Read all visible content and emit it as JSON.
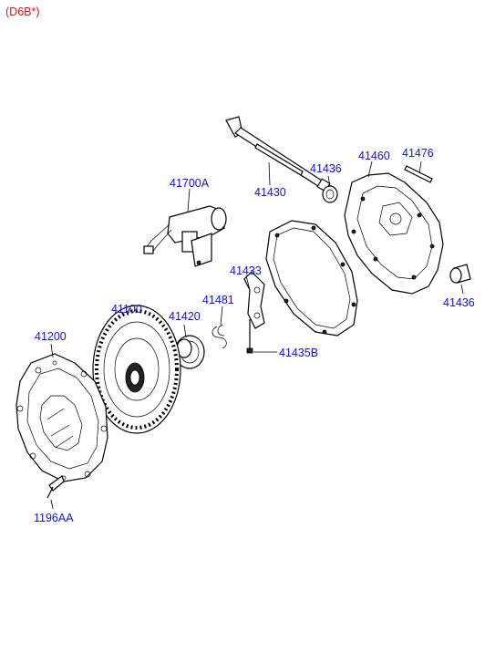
{
  "header": {
    "code": "(D6B*)"
  },
  "labels": {
    "p41700A": "41700A",
    "p41430": "41430",
    "p41436a": "41436",
    "p41460": "41460",
    "p41476": "41476",
    "p41436b": "41436",
    "p41433": "41433",
    "p41481": "41481",
    "p41100": "41100",
    "p41420": "41420",
    "p41435B": "41435B",
    "p41200": "41200",
    "p1196AA": "1196AA"
  },
  "colors": {
    "label": "#1414c8",
    "header": "#d01818"
  }
}
